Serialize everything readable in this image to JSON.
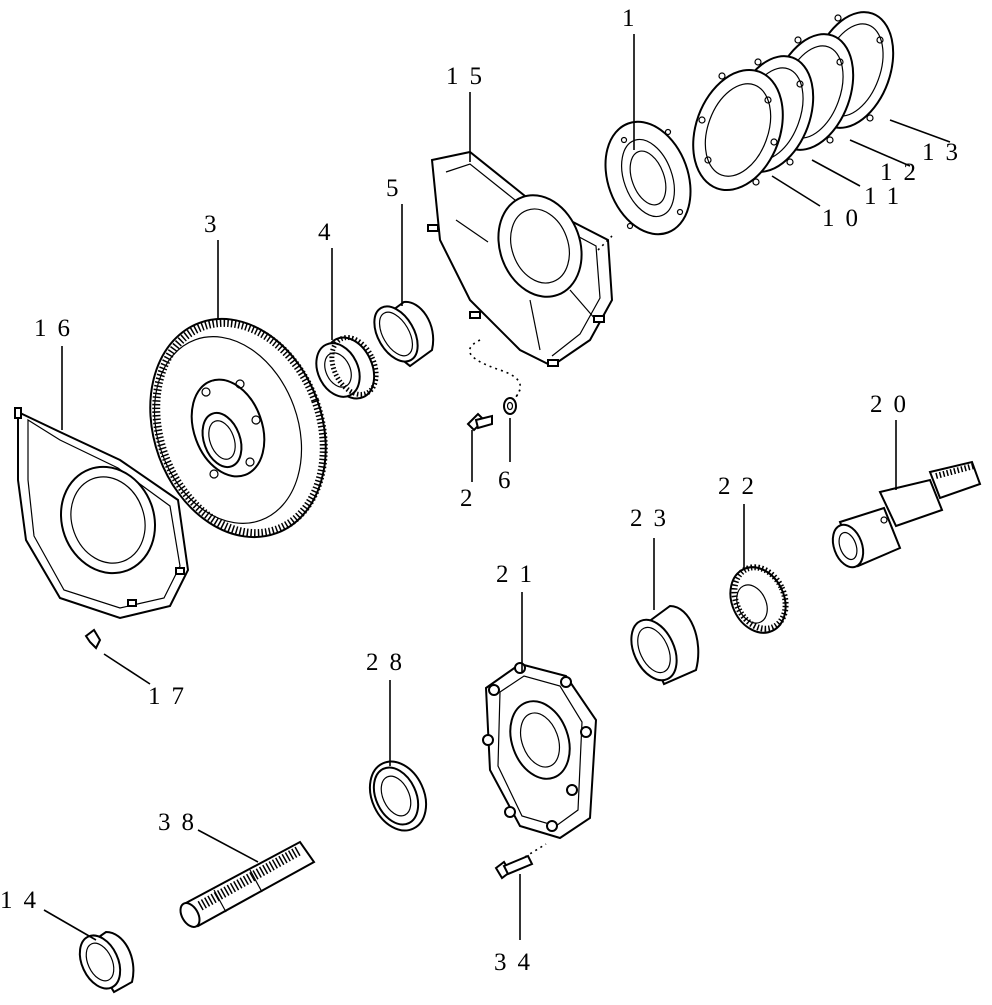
{
  "labels": {
    "p1": "1",
    "p2": "2",
    "p3": "3",
    "p4": "4",
    "p5": "5",
    "p6": "6",
    "p10": "10",
    "p11": "11",
    "p12": "12",
    "p13": "13",
    "p14": "14",
    "p15": "15",
    "p16": "16",
    "p17": "17",
    "p20": "20",
    "p21": "21",
    "p22": "22",
    "p23": "23",
    "p28": "28",
    "p34": "34",
    "p38": "38"
  }
}
